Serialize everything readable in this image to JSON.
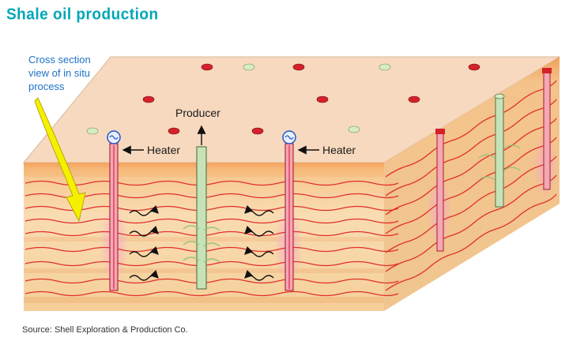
{
  "title": "Shale oil production",
  "callout": [
    "Cross section",
    "view of in situ",
    "process"
  ],
  "labels": {
    "producer": "Producer",
    "heater_left": "Heater",
    "heater_right": "Heater"
  },
  "source": "Source: Shell Exploration & Production Co.",
  "colors": {
    "title": "#00a6b8",
    "callout_text": "#1e73c8",
    "callout_arrow": "#f5f000",
    "top_surface": "#f7d9bf",
    "front_face": "#f9d6a8",
    "side_face": "#f4c894",
    "heater_well": "#e85a6e",
    "producer_well": "#c8e2b8",
    "strata_lines": "#e0302a"
  },
  "icons": [
    "heater-valve-icon",
    "producer-arrow-icon",
    "flow-arrow-icon",
    "callout-arrow-icon"
  ]
}
